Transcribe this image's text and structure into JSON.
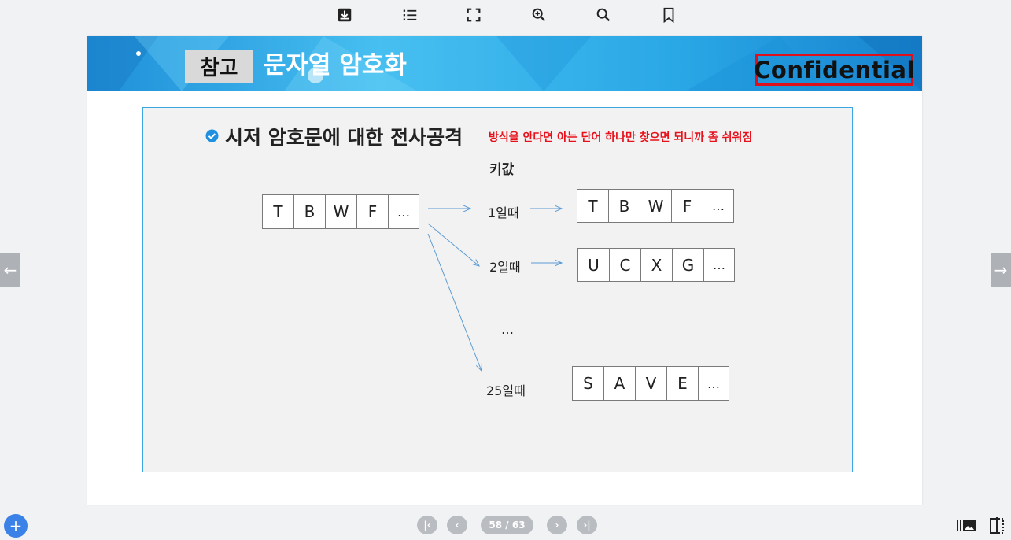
{
  "toolbar": {
    "items": [
      "download-icon",
      "list-icon",
      "fullscreen-icon",
      "zoom-in-icon",
      "search-icon",
      "bookmark-icon"
    ]
  },
  "slide": {
    "tag": "참고",
    "title": "문자열 암호화",
    "confidential": "Confidential",
    "heading": "시저 암호문에 대한 전사공격",
    "note": "방식을 안다면 아는 단어 하나만 찾으면 되니까 좀 쉬워짐",
    "key_label": "키값",
    "source_row": [
      "T",
      "B",
      "W",
      "F",
      "…"
    ],
    "rows": [
      {
        "label": "1일때",
        "cells": [
          "T",
          "B",
          "W",
          "F",
          "…"
        ]
      },
      {
        "label": "2일때",
        "cells": [
          "U",
          "C",
          "X",
          "G",
          "…"
        ]
      },
      {
        "label": "25일때",
        "cells": [
          "S",
          "A",
          "V",
          "E",
          "…"
        ]
      }
    ],
    "ellipsis": "…"
  },
  "pager": {
    "indicator": "58 / 63",
    "first": "first-page-icon",
    "prev": "prev-page-icon",
    "next": "next-page-icon",
    "last": "last-page-icon"
  },
  "colors": {
    "accent": "#3b82e8",
    "border": "#3aa6e3",
    "note": "#e8101a",
    "banner": "#2fb0ec"
  }
}
